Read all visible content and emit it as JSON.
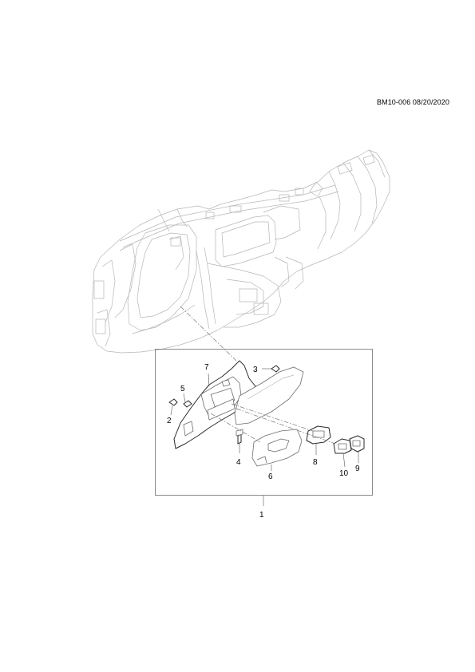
{
  "header": {
    "doc_code": "BM10-006 08/20/2020"
  },
  "callouts": {
    "c1": "1",
    "c2": "2",
    "c3": "3",
    "c4": "4",
    "c5": "5",
    "c6": "6",
    "c7": "7",
    "c8": "8",
    "c9": "9",
    "c10": "10"
  },
  "icons": {
    "dashboard_frame": "instrument-panel-carrier-illustration",
    "trim_panel": "lower-trim-panel-illustration"
  }
}
